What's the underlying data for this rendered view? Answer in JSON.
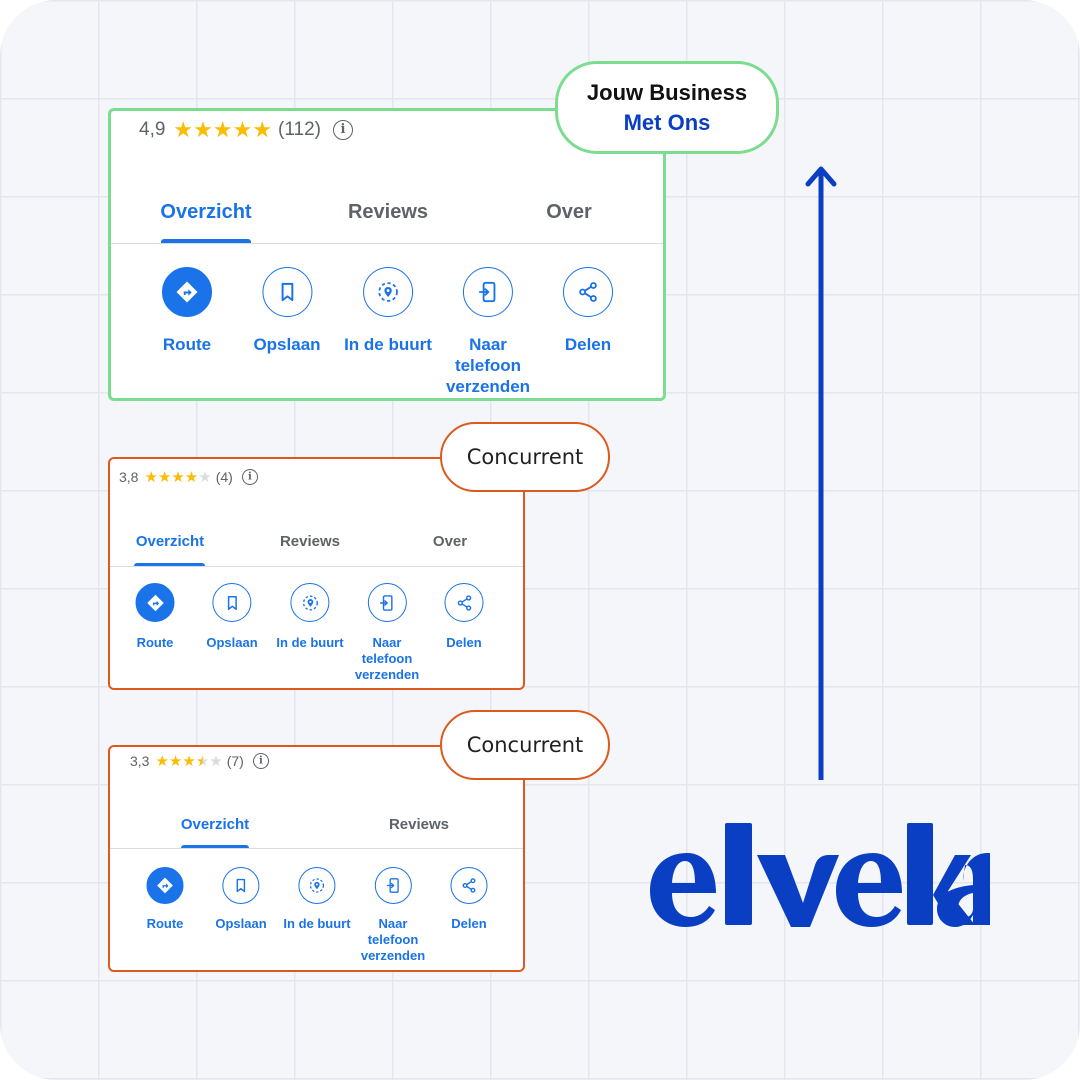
{
  "own_business": {
    "badge_line1": "Jouw Business",
    "badge_line2": "Met Ons",
    "rating": "4,9",
    "stars": 5,
    "reviews_count": "(112)",
    "tabs": [
      "Overzicht",
      "Reviews",
      "Over"
    ],
    "actions": [
      "Route",
      "Opslaan",
      "In de buurt",
      "Naar\ntelefoon\nverzenden",
      "Delen"
    ]
  },
  "competitor_1": {
    "badge": "Concurrent",
    "rating": "3,8",
    "stars": 4,
    "reviews_count": "(4)",
    "tabs": [
      "Overzicht",
      "Reviews",
      "Over"
    ],
    "actions": [
      "Route",
      "Opslaan",
      "In de buurt",
      "Naar\ntelefoon\nverzenden",
      "Delen"
    ]
  },
  "competitor_2": {
    "badge": "Concurrent",
    "rating": "3,3",
    "stars": 3.5,
    "reviews_count": "(7)",
    "tabs": [
      "Overzicht",
      "Reviews"
    ],
    "actions": [
      "Route",
      "Opslaan",
      "In de buurt",
      "Naar\ntelefoon\nverzenden",
      "Delen"
    ]
  },
  "icons": [
    "directions-icon",
    "bookmark-icon",
    "nearby-icon",
    "send-to-phone-icon",
    "share-icon",
    "info-icon",
    "star-icon",
    "arrow-up-icon"
  ],
  "logo": {
    "text": "elveka"
  },
  "colors": {
    "accent_blue": "#1a73e8",
    "brand_blue": "#0a3fc4",
    "green_border": "#7cdc8f",
    "orange_border": "#dd5a1e",
    "star": "#fbbc04"
  }
}
